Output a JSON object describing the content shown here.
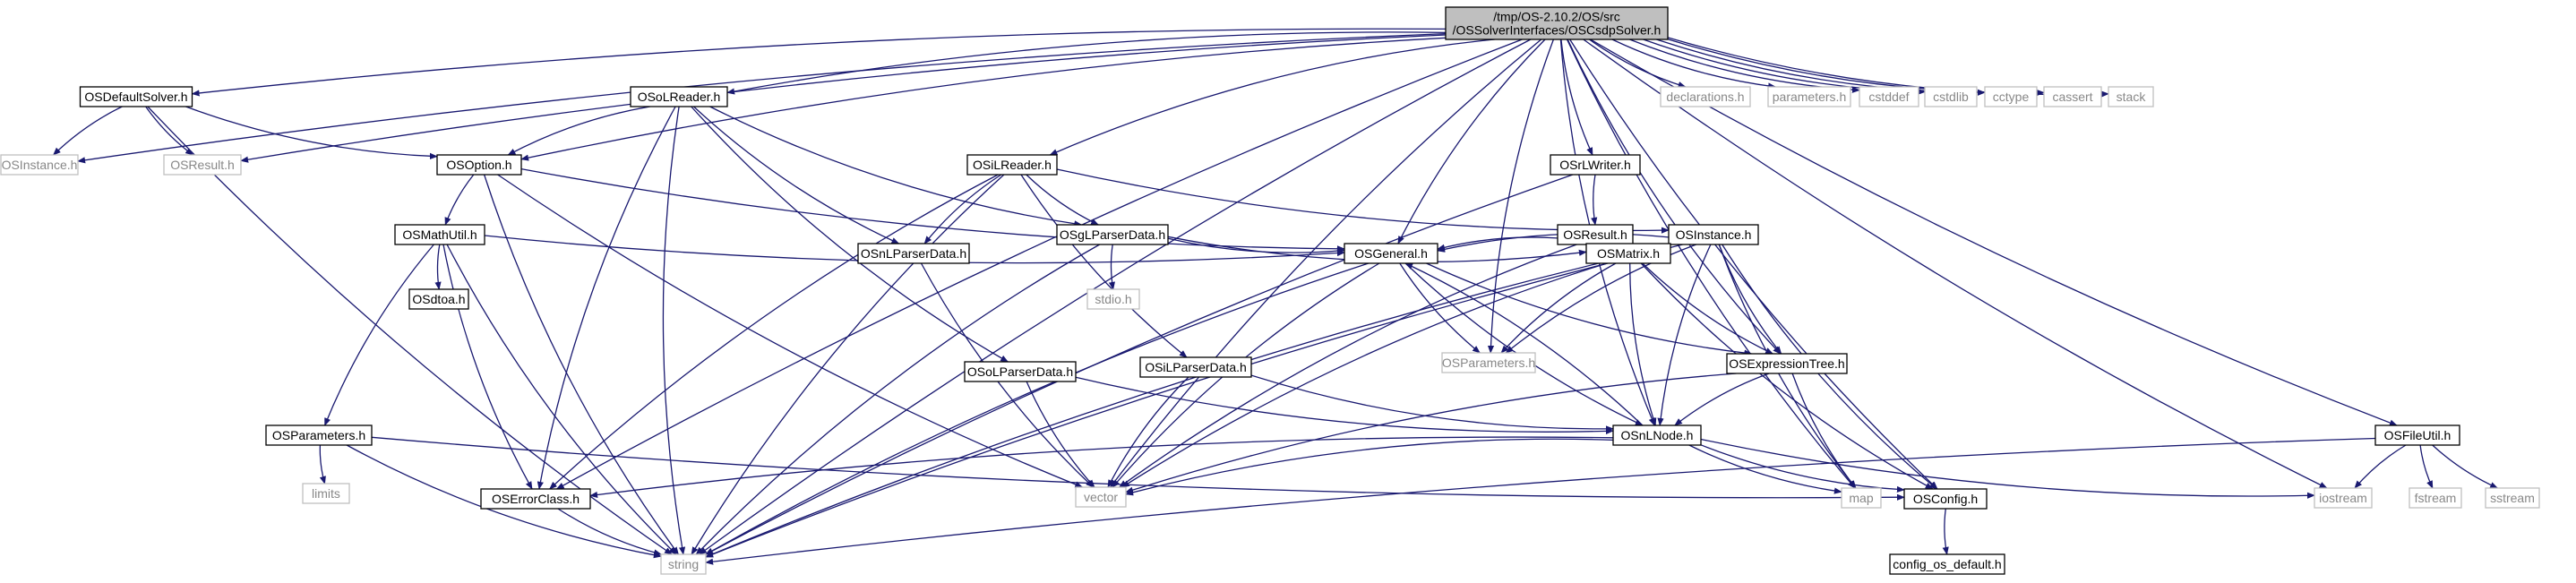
{
  "diagram": {
    "root": {
      "id": "root",
      "lines": [
        "/tmp/OS-2.10.2/OS/src",
        "/OSSolverInterfaces/OSCsdpSolver.h"
      ]
    },
    "nodes": [
      {
        "id": "OSDefaultSolver",
        "label": "OSDefaultSolver.h",
        "ext": false
      },
      {
        "id": "OSoLReader",
        "label": "OSoLReader.h",
        "ext": false
      },
      {
        "id": "OSInstance_ext",
        "label": "OSInstance.h",
        "ext": true
      },
      {
        "id": "OSResult_ext",
        "label": "OSResult.h",
        "ext": true
      },
      {
        "id": "OSOption",
        "label": "OSOption.h",
        "ext": false
      },
      {
        "id": "OSiLReader",
        "label": "OSiLReader.h",
        "ext": false
      },
      {
        "id": "OSrLWriter",
        "label": "OSrLWriter.h",
        "ext": false
      },
      {
        "id": "declarations",
        "label": "declarations.h",
        "ext": true
      },
      {
        "id": "parameters",
        "label": "parameters.h",
        "ext": true
      },
      {
        "id": "cstddef",
        "label": "cstddef",
        "ext": true
      },
      {
        "id": "cstdlib",
        "label": "cstdlib",
        "ext": true
      },
      {
        "id": "cctype",
        "label": "cctype",
        "ext": true
      },
      {
        "id": "cassert",
        "label": "cassert",
        "ext": true
      },
      {
        "id": "stack",
        "label": "stack",
        "ext": true
      },
      {
        "id": "OSMathUtil",
        "label": "OSMathUtil.h",
        "ext": false
      },
      {
        "id": "OSgLParserData",
        "label": "OSgLParserData.h",
        "ext": false
      },
      {
        "id": "OSResult",
        "label": "OSResult.h",
        "ext": false
      },
      {
        "id": "OSInstance",
        "label": "OSInstance.h",
        "ext": false
      },
      {
        "id": "OSdtoa",
        "label": "OSdtoa.h",
        "ext": false
      },
      {
        "id": "OSnLParserData",
        "label": "OSnLParserData.h",
        "ext": false
      },
      {
        "id": "stdio",
        "label": "stdio.h",
        "ext": true
      },
      {
        "id": "OSGeneral",
        "label": "OSGeneral.h",
        "ext": false
      },
      {
        "id": "OSMatrix",
        "label": "OSMatrix.h",
        "ext": false
      },
      {
        "id": "OSoLParserData",
        "label": "OSoLParserData.h",
        "ext": false
      },
      {
        "id": "OSiLParserData",
        "label": "OSiLParserData.h",
        "ext": false
      },
      {
        "id": "OSParameters_ext",
        "label": "OSParameters.h",
        "ext": true
      },
      {
        "id": "OSExpressionTree",
        "label": "OSExpressionTree.h",
        "ext": false
      },
      {
        "id": "OSParameters",
        "label": "OSParameters.h",
        "ext": false
      },
      {
        "id": "OSnLNode",
        "label": "OSnLNode.h",
        "ext": false
      },
      {
        "id": "OSFileUtil",
        "label": "OSFileUtil.h",
        "ext": false
      },
      {
        "id": "limits",
        "label": "limits",
        "ext": true
      },
      {
        "id": "OSErrorClass",
        "label": "OSErrorClass.h",
        "ext": false
      },
      {
        "id": "vector",
        "label": "vector",
        "ext": true
      },
      {
        "id": "map",
        "label": "map",
        "ext": true
      },
      {
        "id": "OSConfig",
        "label": "OSConfig.h",
        "ext": false
      },
      {
        "id": "iostream",
        "label": "iostream",
        "ext": true
      },
      {
        "id": "fstream",
        "label": "fstream",
        "ext": true
      },
      {
        "id": "sstream",
        "label": "sstream",
        "ext": true
      },
      {
        "id": "string",
        "label": "string",
        "ext": true
      },
      {
        "id": "config_os_default",
        "label": "config_os_default.h",
        "ext": false
      }
    ],
    "edges": [
      [
        "root",
        "OSDefaultSolver"
      ],
      [
        "root",
        "OSInstance_ext"
      ],
      [
        "root",
        "OSResult_ext"
      ],
      [
        "root",
        "OSOption"
      ],
      [
        "root",
        "OSoLReader"
      ],
      [
        "root",
        "OSiLReader"
      ],
      [
        "root",
        "OSrLWriter"
      ],
      [
        "root",
        "declarations"
      ],
      [
        "root",
        "parameters"
      ],
      [
        "root",
        "cstddef"
      ],
      [
        "root",
        "cstdlib"
      ],
      [
        "root",
        "cctype"
      ],
      [
        "root",
        "cassert"
      ],
      [
        "root",
        "stack"
      ],
      [
        "root",
        "OSGeneral"
      ],
      [
        "root",
        "OSExpressionTree"
      ],
      [
        "root",
        "OSnLNode"
      ],
      [
        "root",
        "OSParameters_ext"
      ],
      [
        "root",
        "OSErrorClass"
      ],
      [
        "root",
        "vector"
      ],
      [
        "root",
        "map"
      ],
      [
        "root",
        "OSConfig"
      ],
      [
        "root",
        "iostream"
      ],
      [
        "root",
        "OSFileUtil"
      ],
      [
        "root",
        "string"
      ],
      [
        "OSDefaultSolver",
        "OSInstance_ext"
      ],
      [
        "OSDefaultSolver",
        "OSResult_ext"
      ],
      [
        "OSDefaultSolver",
        "OSOption"
      ],
      [
        "OSDefaultSolver",
        "string"
      ],
      [
        "OSoLReader",
        "OSOption"
      ],
      [
        "OSoLReader",
        "OSgLParserData"
      ],
      [
        "OSoLReader",
        "OSnLParserData"
      ],
      [
        "OSoLReader",
        "OSoLParserData"
      ],
      [
        "OSoLReader",
        "OSErrorClass"
      ],
      [
        "OSoLReader",
        "string"
      ],
      [
        "OSOption",
        "OSMathUtil"
      ],
      [
        "OSOption",
        "OSGeneral"
      ],
      [
        "OSOption",
        "vector"
      ],
      [
        "OSOption",
        "string"
      ],
      [
        "OSiLReader",
        "OSInstance"
      ],
      [
        "OSiLReader",
        "OSgLParserData"
      ],
      [
        "OSiLReader",
        "OSnLParserData"
      ],
      [
        "OSiLReader",
        "OSiLParserData"
      ],
      [
        "OSiLReader",
        "OSErrorClass"
      ],
      [
        "OSiLReader",
        "string"
      ],
      [
        "OSrLWriter",
        "OSResult"
      ],
      [
        "OSrLWriter",
        "string"
      ],
      [
        "OSMathUtil",
        "OSdtoa"
      ],
      [
        "OSMathUtil",
        "OSParameters"
      ],
      [
        "OSMathUtil",
        "OSGeneral"
      ],
      [
        "OSMathUtil",
        "OSErrorClass"
      ],
      [
        "OSMathUtil",
        "string"
      ],
      [
        "OSgLParserData",
        "stdio"
      ],
      [
        "OSgLParserData",
        "OSGeneral"
      ],
      [
        "OSgLParserData",
        "OSMatrix"
      ],
      [
        "OSgLParserData",
        "string"
      ],
      [
        "OSResult",
        "OSGeneral"
      ],
      [
        "OSResult",
        "OSMatrix"
      ],
      [
        "OSResult",
        "vector"
      ],
      [
        "OSInstance",
        "OSGeneral"
      ],
      [
        "OSInstance",
        "OSMatrix"
      ],
      [
        "OSInstance",
        "OSParameters_ext"
      ],
      [
        "OSInstance",
        "OSExpressionTree"
      ],
      [
        "OSInstance",
        "OSnLNode"
      ],
      [
        "OSInstance",
        "map"
      ],
      [
        "OSInstance",
        "OSConfig"
      ],
      [
        "OSInstance",
        "string"
      ],
      [
        "OSnLParserData",
        "vector"
      ],
      [
        "OSGeneral",
        "OSParameters_ext"
      ],
      [
        "OSGeneral",
        "OSExpressionTree"
      ],
      [
        "OSGeneral",
        "OSnLNode"
      ],
      [
        "OSGeneral",
        "vector"
      ],
      [
        "OSGeneral",
        "string"
      ],
      [
        "OSMatrix",
        "OSParameters_ext"
      ],
      [
        "OSMatrix",
        "OSExpressionTree"
      ],
      [
        "OSMatrix",
        "OSnLNode"
      ],
      [
        "OSMatrix",
        "vector"
      ],
      [
        "OSMatrix",
        "OSConfig"
      ],
      [
        "OSMatrix",
        "string"
      ],
      [
        "OSoLParserData",
        "OSnLNode"
      ],
      [
        "OSoLParserData",
        "vector"
      ],
      [
        "OSiLParserData",
        "OSnLNode"
      ],
      [
        "OSiLParserData",
        "vector"
      ],
      [
        "OSExpressionTree",
        "OSnLNode"
      ],
      [
        "OSExpressionTree",
        "map"
      ],
      [
        "OSExpressionTree",
        "vector"
      ],
      [
        "OSParameters",
        "limits"
      ],
      [
        "OSParameters",
        "OSConfig"
      ],
      [
        "OSParameters",
        "string"
      ],
      [
        "OSnLNode",
        "OSGeneral"
      ],
      [
        "OSnLNode",
        "OSErrorClass"
      ],
      [
        "OSnLNode",
        "vector"
      ],
      [
        "OSnLNode",
        "map"
      ],
      [
        "OSnLNode",
        "OSConfig"
      ],
      [
        "OSnLNode",
        "iostream"
      ],
      [
        "OSErrorClass",
        "string"
      ],
      [
        "OSConfig",
        "config_os_default"
      ],
      [
        "OSFileUtil",
        "iostream"
      ],
      [
        "OSFileUtil",
        "fstream"
      ],
      [
        "OSFileUtil",
        "sstream"
      ],
      [
        "OSFileUtil",
        "string"
      ]
    ]
  }
}
